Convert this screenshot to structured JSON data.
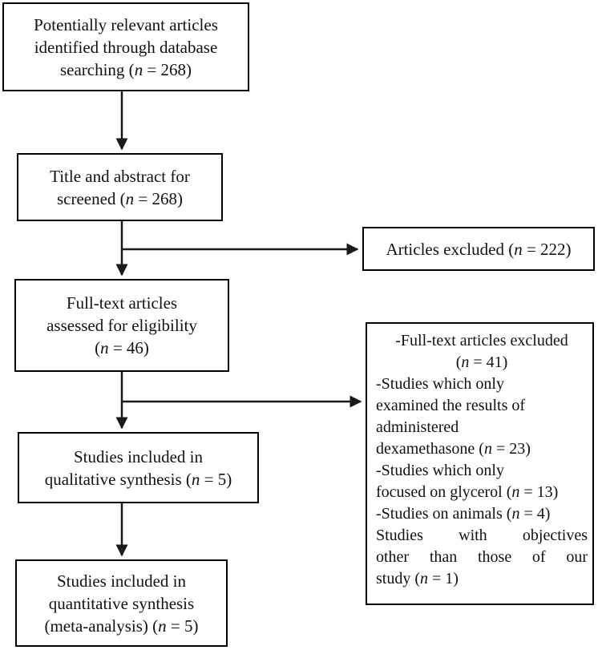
{
  "colors": {
    "border": "#000000",
    "background": "#ffffff",
    "text": "#111111",
    "arrow": "#1a1a1a"
  },
  "boxes": {
    "identification": {
      "lines": [
        "Potentially relevant articles",
        "identified through database",
        "searching (n = 268)"
      ]
    },
    "screening": {
      "lines": [
        "Title and abstract for",
        "screened (n = 268)"
      ]
    },
    "articles_excluded": {
      "lines": [
        "Articles excluded (n = 222)"
      ]
    },
    "eligibility": {
      "lines": [
        "Full-text articles",
        "assessed for eligibility",
        "(n = 46)"
      ]
    },
    "fulltext_excluded": {
      "lines": [
        "-Full-text articles excluded",
        "(n = 41)",
        "-Studies which only",
        "examined the results of",
        "administered",
        "dexamethasone (n = 23)",
        "-Studies which only",
        "focused on glycerol (n = 13)",
        "-Studies on animals (n = 4)",
        "Studies with objectives",
        "other than those of our",
        "study (n = 1)"
      ]
    },
    "qualitative": {
      "lines": [
        "Studies included in",
        "qualitative synthesis (n = 5)"
      ]
    },
    "quantitative": {
      "lines": [
        "Studies included in",
        "quantitative synthesis",
        "(meta-analysis) (n = 5)"
      ]
    }
  }
}
